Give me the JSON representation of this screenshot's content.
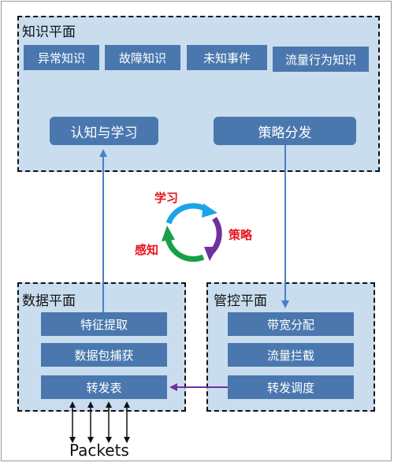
{
  "knowledge_plane": {
    "title": "知识平面",
    "items": [
      "异常知识",
      "故障知识",
      "未知事件",
      "流量行为知识"
    ],
    "learning": "认知与学习",
    "policy_dist": "策略分发"
  },
  "cycle": {
    "learn": "学习",
    "strategy": "策略",
    "perceive": "感知"
  },
  "data_plane": {
    "title": "数据平面",
    "items": [
      "特征提取",
      "数据包捕获",
      "转发表"
    ]
  },
  "control_plane": {
    "title": "管控平面",
    "items": [
      "带宽分配",
      "流量拦截",
      "转发调度"
    ]
  },
  "packets_label": "Packets",
  "colors": {
    "plane_bg": "#c9ddef",
    "box": "#4a78ae",
    "arrow_blue": "#4a7fc8",
    "arrow_purple": "#7030a0",
    "cycle_red": "#e5141b",
    "cycle_blue": "#1aa3e8",
    "cycle_purple": "#7030a0",
    "cycle_green": "#18a048"
  }
}
